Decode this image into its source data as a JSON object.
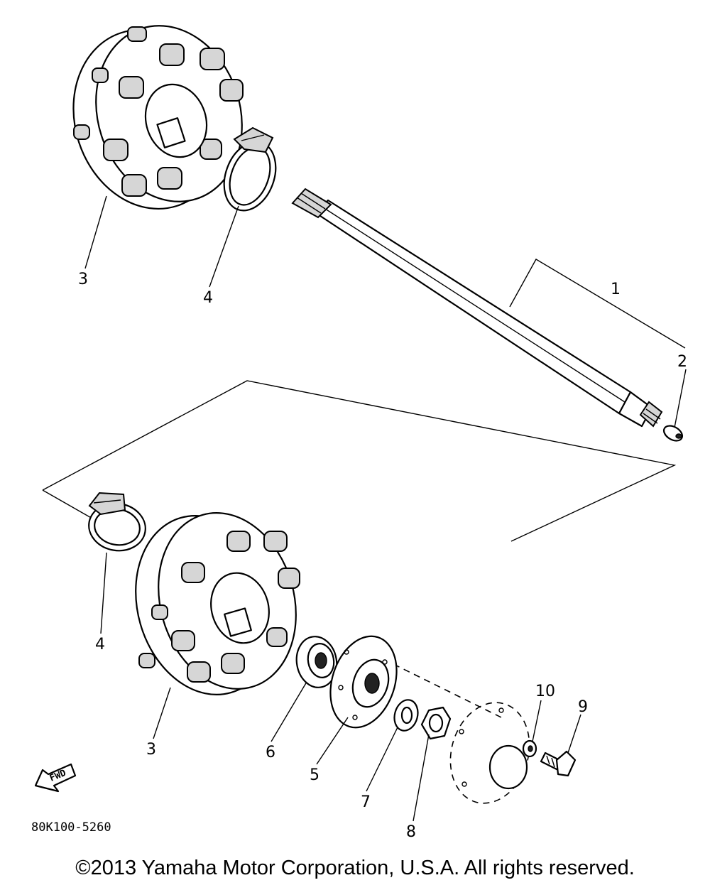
{
  "callouts": {
    "c1": "1",
    "c2": "2",
    "c3_top": "3",
    "c4_top": "4",
    "c4_bottom": "4",
    "c3_bottom": "3",
    "c5": "5",
    "c6": "6",
    "c7": "7",
    "c8": "8",
    "c9": "9",
    "c10": "10"
  },
  "fwd_label": "FWD",
  "diagram_code": "80K100-5260",
  "copyright": "©2013 Yamaha Motor Corporation, U.S.A. All rights reserved."
}
